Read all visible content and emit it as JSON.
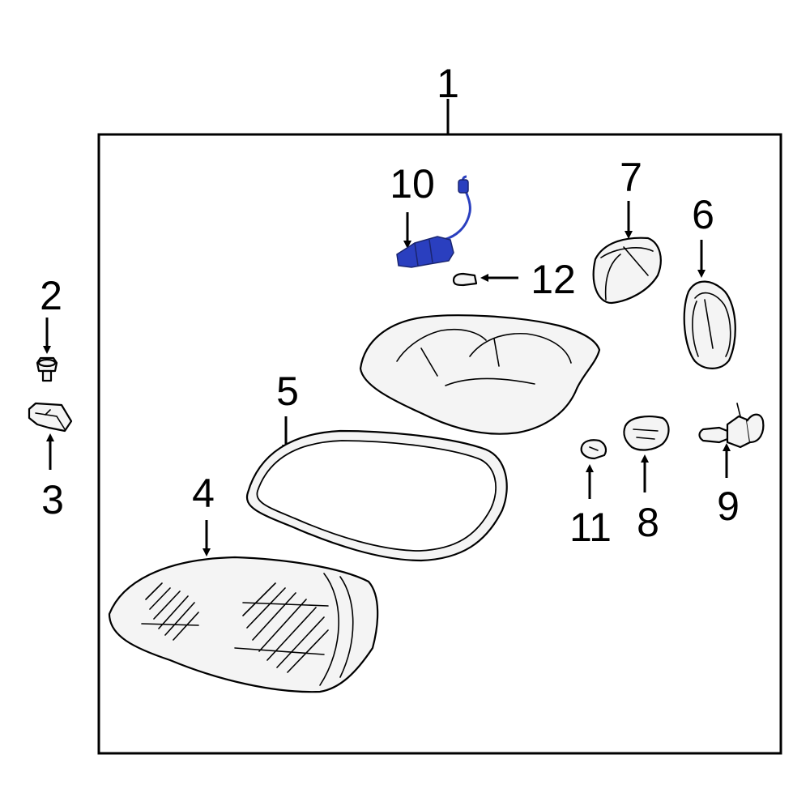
{
  "highlight_color": "#2a3fbf",
  "callouts": {
    "c1": "1",
    "c2": "2",
    "c3": "3",
    "c4": "4",
    "c5": "5",
    "c6": "6",
    "c7": "7",
    "c8": "8",
    "c9": "9",
    "c10": "10",
    "c11": "11",
    "c12": "12"
  }
}
